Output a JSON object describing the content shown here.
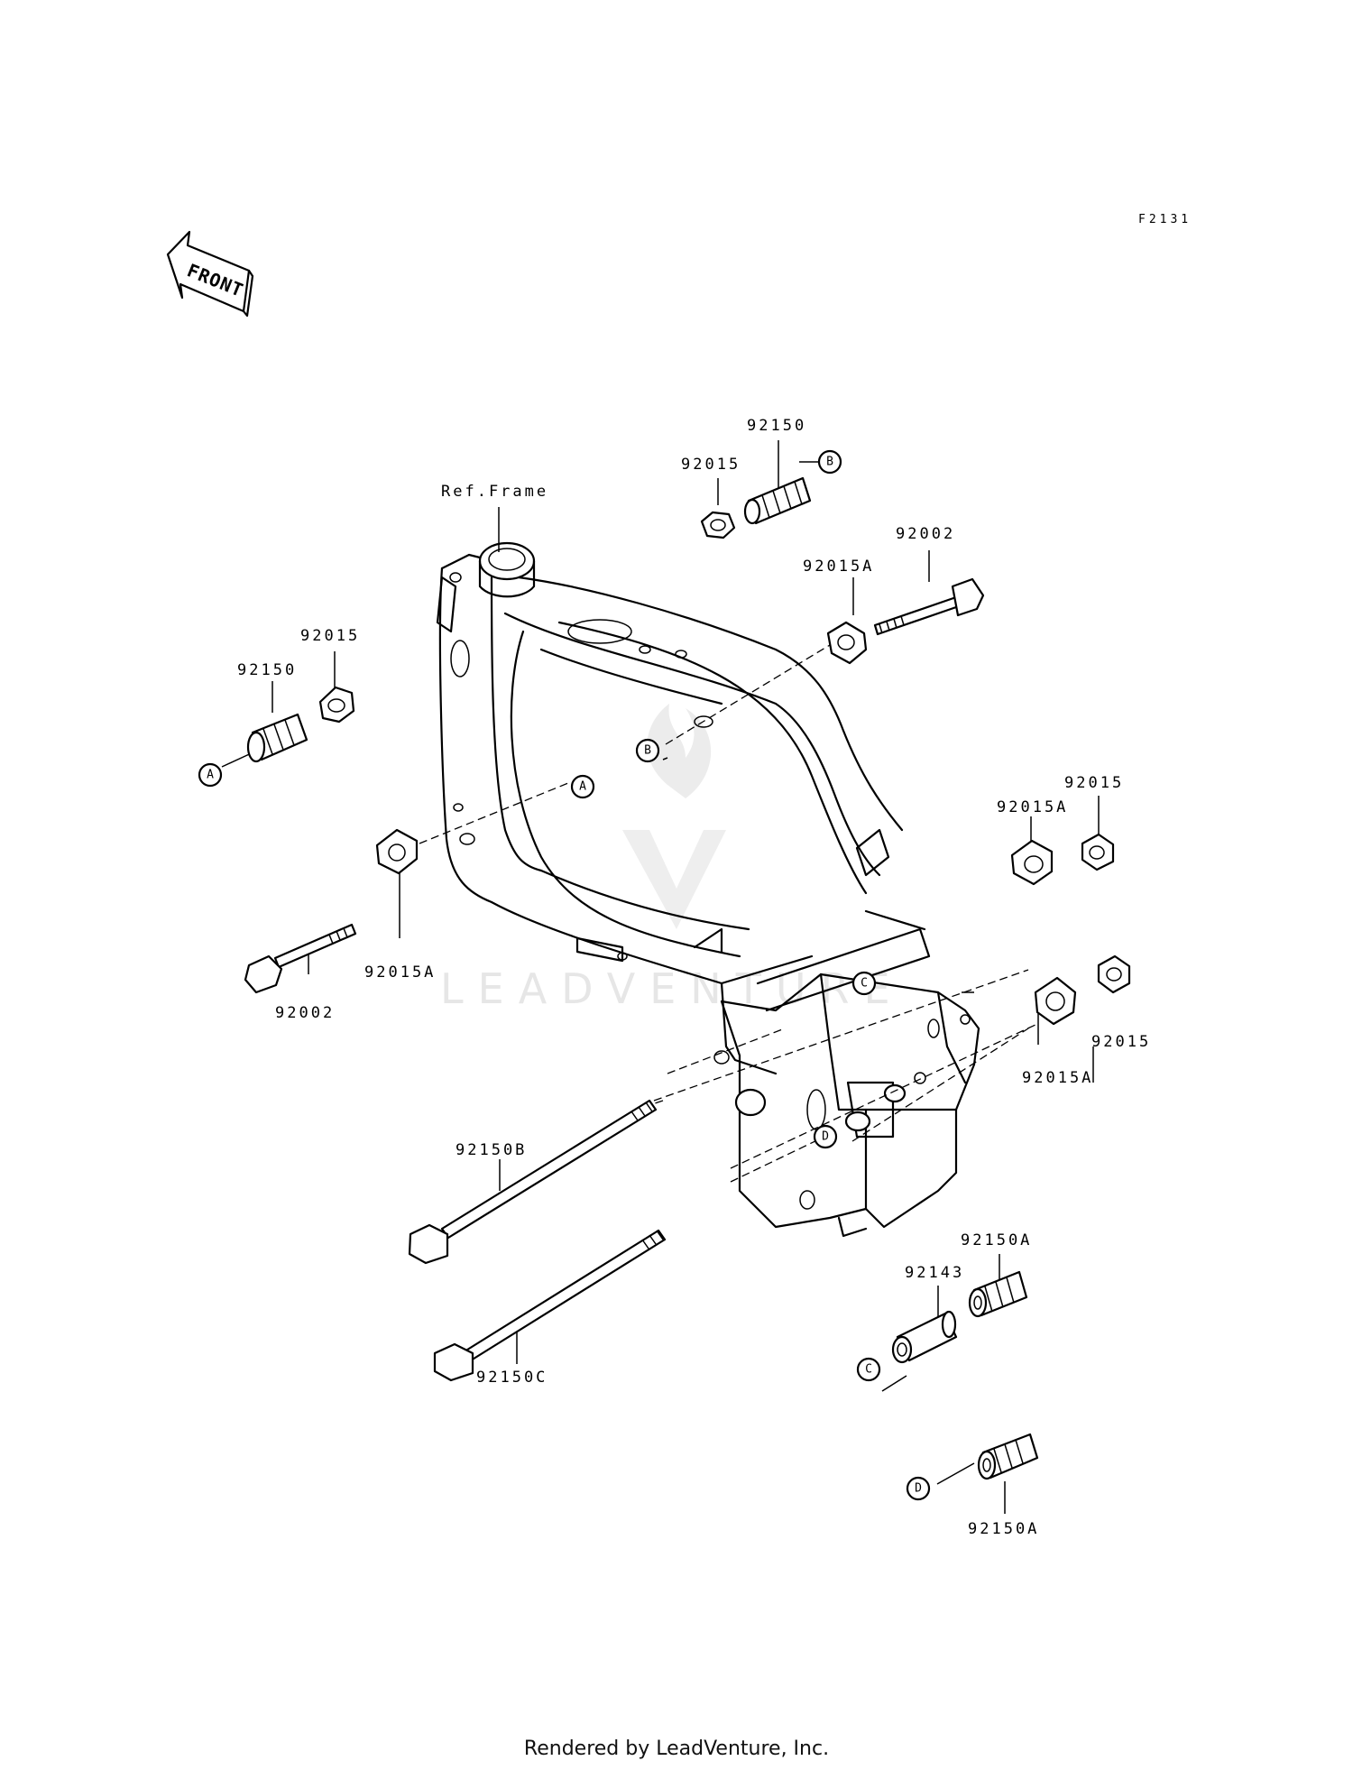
{
  "diagram_id": "F2131",
  "front_label": "FRONT",
  "ref_label": "Ref.Frame",
  "watermark": "LEADVENTURE",
  "footer": "Rendered by LeadVenture, Inc.",
  "labels": {
    "nut_top": "92015",
    "spacer_top": "92150",
    "bolt_top": "92002",
    "washer_top": "92015A",
    "nut_left": "92015",
    "spacer_left": "92150",
    "washer_left": "92015A",
    "bolt_left": "92002",
    "nut_right_top": "92015",
    "washer_right_top": "92015A",
    "nut_right_mid": "92015",
    "washer_right_mid": "92015A",
    "bolt_long_b": "92150B",
    "bolt_long_c": "92150C",
    "collar": "92143",
    "spacer_a_1": "92150A",
    "spacer_a_2": "92150A"
  },
  "callouts": {
    "a": "A",
    "b": "B",
    "c": "C",
    "d": "D"
  }
}
